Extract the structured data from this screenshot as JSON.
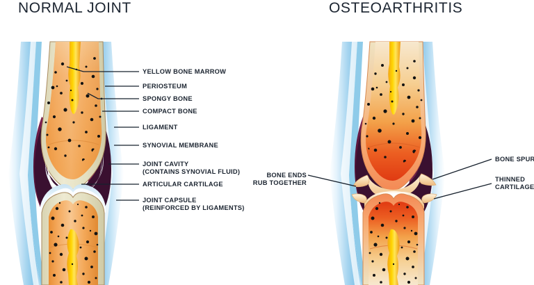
{
  "figure": {
    "kind": "medical-illustration",
    "subject": "knee joint cross-section comparison",
    "background_color": "#ffffff"
  },
  "panels": {
    "left": {
      "title": "NORMAL JOINT"
    },
    "right": {
      "title": "OSTEOARTHRITIS"
    }
  },
  "labels": {
    "left": [
      {
        "id": "yellow-bone-marrow",
        "lines": [
          "YELLOW BONE MARROW"
        ]
      },
      {
        "id": "periosteum",
        "lines": [
          "PERIOSTEUM"
        ]
      },
      {
        "id": "spongy-bone",
        "lines": [
          "SPONGY BONE"
        ]
      },
      {
        "id": "compact-bone",
        "lines": [
          "COMPACT BONE"
        ]
      },
      {
        "id": "ligament",
        "lines": [
          "LIGAMENT"
        ]
      },
      {
        "id": "synovial-membrane",
        "lines": [
          "SYNOVIAL MEMBRANE"
        ]
      },
      {
        "id": "joint-cavity",
        "lines": [
          "JOINT CAVITY",
          "(CONTAINS SYNOVIAL FLUID)"
        ]
      },
      {
        "id": "articular-cartilage",
        "lines": [
          "ARTICULAR CARTILAGE"
        ]
      },
      {
        "id": "joint-capsule",
        "lines": [
          "JOINT CAPSULE",
          "(REINFORCED BY LIGAMENTS)"
        ]
      }
    ],
    "right": [
      {
        "id": "bone-ends-rub-together",
        "lines": [
          "BONE ENDS",
          "RUB TOGETHER"
        ]
      },
      {
        "id": "bone-spur",
        "lines": [
          "BONE SPUR"
        ]
      },
      {
        "id": "thinned-cartilage",
        "lines": [
          "THINNED",
          "CARTILAGE"
        ]
      }
    ]
  },
  "colors": {
    "text": "#1b2430",
    "leader_line": "#16202c",
    "skin_outer": "#ffffff",
    "capsule_blue_light": "#dff0fb",
    "capsule_blue": "#a9d6f0",
    "capsule_blue_deep": "#7cc0e6",
    "periosteum_cream": "#e6e2c6",
    "compact_bone_outline": "#9a7b56",
    "spongy_bone_orange": "#f0a košic",
    "spongy_bone": "#efa css",
    "spongy_orange": "#f0a44a",
    "spongy_orange_light": "#f6c98a",
    "marrow_yellow": "#ffd400",
    "marrow_amber": "#f7a81b",
    "trabecula_dot": "#111111",
    "ligament_purple": "#7a1f4a",
    "ligament_purple_dark": "#53123a",
    "cartilage_white": "#f4fbff",
    "cartilage_shadow": "#cfe6f5",
    "joint_cavity_dark": "#3a1030",
    "oa_bone_red": "#e8381f",
    "oa_bone_orange": "#f4662a",
    "oa_bone_pale": "#f6e2c2",
    "oa_spur_peach": "#f9d9ae"
  }
}
